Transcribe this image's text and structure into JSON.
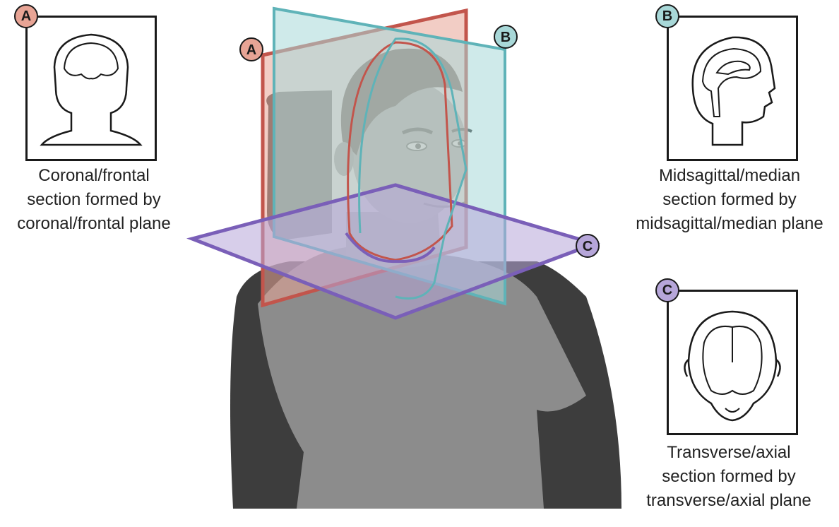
{
  "colors": {
    "coronal": "#e8a495",
    "coronal_stroke": "#c2554c",
    "sagittal": "#a8d8d8",
    "sagittal_stroke": "#5fb3b8",
    "transverse": "#b6a6d9",
    "transverse_stroke": "#7a5fb8",
    "ink": "#1a1a1a"
  },
  "panels": {
    "coronal": {
      "badge": "A",
      "caption": [
        "Coronal/frontal",
        "section formed by",
        "coronal/frontal plane"
      ]
    },
    "sagittal": {
      "badge": "B",
      "caption": [
        "Midsagittal/median",
        "section formed by",
        "midsagittal/median plane"
      ]
    },
    "transverse": {
      "badge": "C",
      "caption": [
        "Transverse/axial",
        "section formed by",
        "transverse/axial plane"
      ]
    }
  },
  "scene_labels": {
    "plane_a": "A",
    "plane_b": "B",
    "plane_c": "C"
  }
}
